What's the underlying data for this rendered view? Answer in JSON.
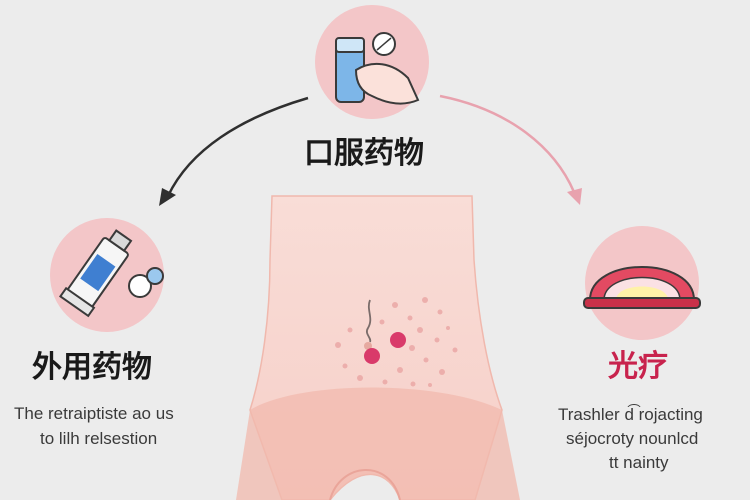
{
  "nodes": {
    "oral": {
      "label": "口服药物"
    },
    "topical": {
      "label": "外用药物",
      "caption_lines": [
        "The retraiptiste ao us",
        "to lilh relsestion"
      ]
    },
    "light": {
      "label": "光疗",
      "caption_lines": [
        "Trashler d͡ rojacting",
        "séjocroty nounlcd",
        "tt nainty"
      ]
    }
  },
  "colors": {
    "background": "#ececec",
    "circle": "#f3c6c8",
    "skin": "#f8d8d2",
    "skin_shadow": "#f1b3aa",
    "spot": "#d93a6a",
    "light_label": "#c8234d",
    "arrow_left": "#2f2f2f",
    "arrow_right": "#e8a2ae"
  }
}
